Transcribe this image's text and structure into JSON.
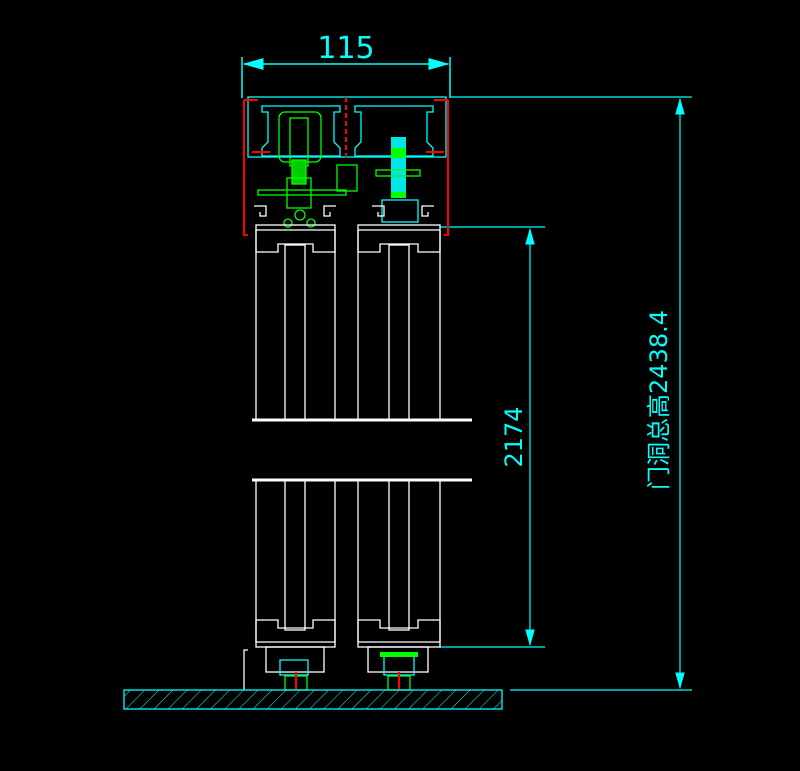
{
  "drawing": {
    "dimensions": {
      "top_width": "115",
      "panel_height": "2174",
      "total_height": "门洞总高2438.4"
    },
    "colors": {
      "background": "#000000",
      "dimension": "#00ffff",
      "profile": "#00ffff",
      "frame": "#ff0000",
      "hardware": "#00ff00",
      "panel": "#ffffff"
    }
  }
}
